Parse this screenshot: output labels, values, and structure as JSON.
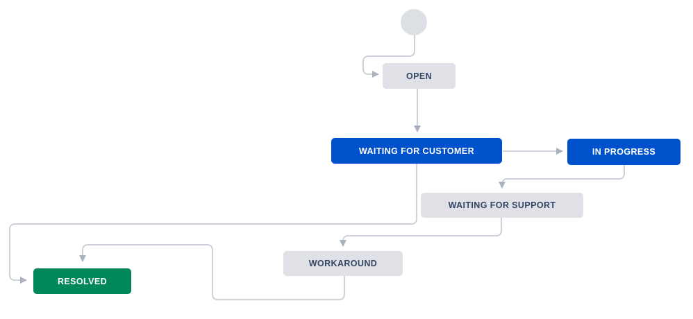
{
  "workflow": {
    "statuses": {
      "open": {
        "label": "OPEN",
        "category": "gray"
      },
      "waiting_for_customer": {
        "label": "WAITING FOR CUSTOMER",
        "category": "blue"
      },
      "in_progress": {
        "label": "IN PROGRESS",
        "category": "blue"
      },
      "waiting_for_support": {
        "label": "WAITING FOR SUPPORT",
        "category": "gray"
      },
      "workaround": {
        "label": "WORKAROUND",
        "category": "gray"
      },
      "resolved": {
        "label": "RESOLVED",
        "category": "green"
      }
    },
    "transitions": [
      {
        "from": "start",
        "to": "open"
      },
      {
        "from": "open",
        "to": "waiting_for_customer"
      },
      {
        "from": "waiting_for_customer",
        "to": "in_progress"
      },
      {
        "from": "in_progress",
        "to": "waiting_for_support"
      },
      {
        "from": "waiting_for_support",
        "to": "workaround"
      },
      {
        "from": "waiting_for_customer",
        "to": "resolved"
      },
      {
        "from": "workaround",
        "to": "resolved"
      }
    ],
    "colors": {
      "canvas_bg": "#ffffff",
      "gray_node_bg": "#dfe1e6",
      "gray_node_text": "#344563",
      "blue_node_bg": "#0052cc",
      "green_node_bg": "#00875a",
      "light_node_text": "#ffffff",
      "connector_color": "#c8cdd6",
      "arrowhead_color": "#aab2bf",
      "start_circle_bg": "#dcdfe4"
    }
  }
}
